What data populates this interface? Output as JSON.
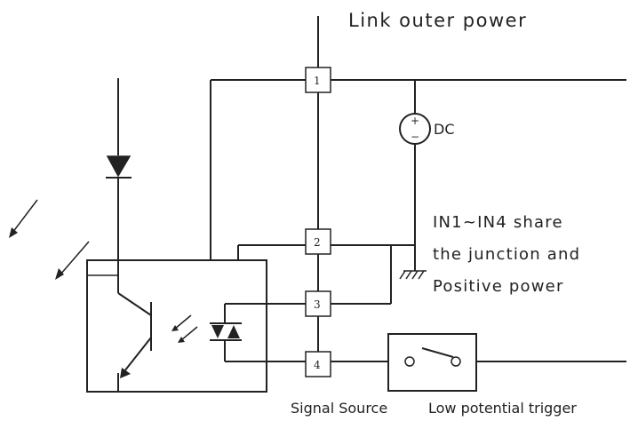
{
  "labels": {
    "title": "Link outer power",
    "dc": "DC",
    "note_line1": "IN1~IN4 share",
    "note_line2": "the junction and",
    "note_line3": "Positive power",
    "signal_source": "Signal Source",
    "low_trigger": "Low potential trigger"
  },
  "terminals": [
    "1",
    "2",
    "3",
    "4"
  ],
  "dc_polarity": {
    "plus": "+",
    "minus": "−"
  }
}
